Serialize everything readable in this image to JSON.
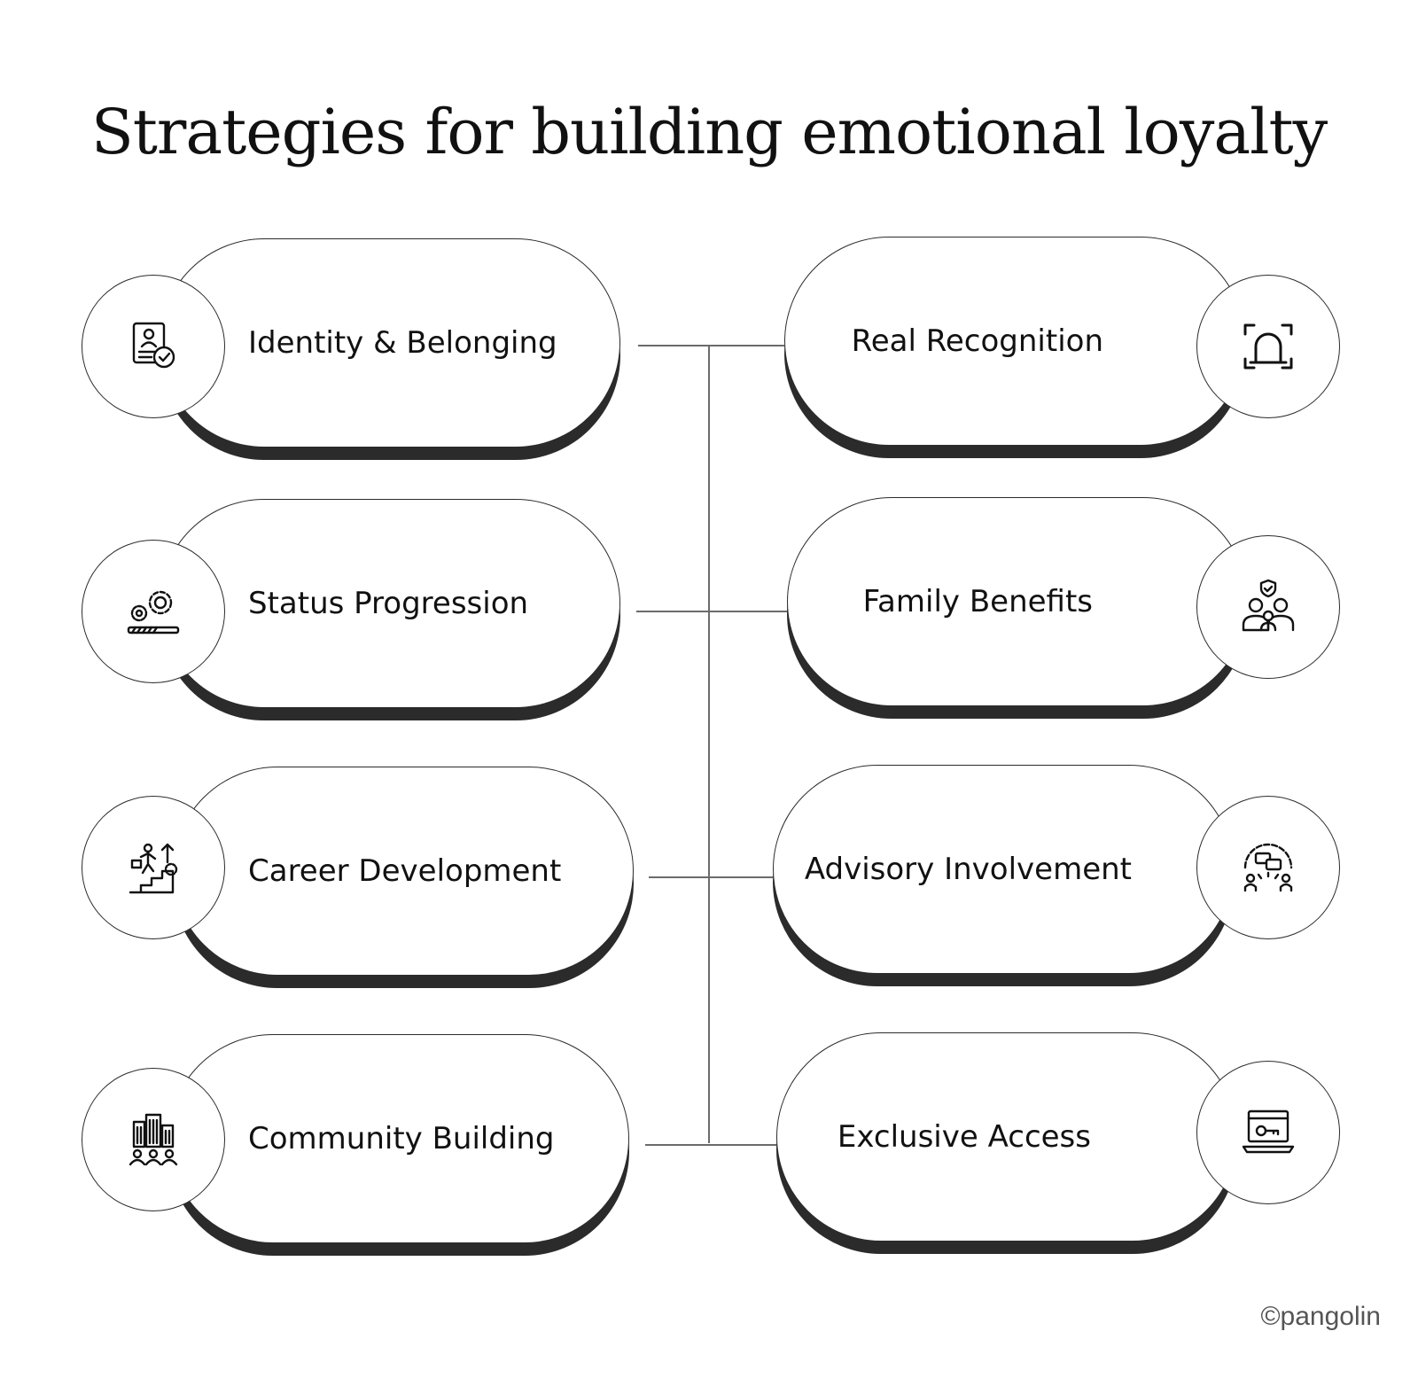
{
  "title": "Strategies for building emotional loyalty",
  "left_items": [
    {
      "label": "Identity & Belonging",
      "icon": "id-card-check-icon"
    },
    {
      "label": "Status Progression",
      "icon": "gears-progress-icon"
    },
    {
      "label": "Career Development",
      "icon": "career-stairs-icon"
    },
    {
      "label": "Community Building",
      "icon": "community-buildings-icon"
    }
  ],
  "right_items": [
    {
      "label": "Real Recognition",
      "icon": "face-recognition-icon"
    },
    {
      "label": "Family Benefits",
      "icon": "family-shield-icon"
    },
    {
      "label": "Advisory Involvement",
      "icon": "advisory-discussion-icon"
    },
    {
      "label": "Exclusive Access",
      "icon": "laptop-key-icon"
    }
  ],
  "watermark": "©pangolin"
}
